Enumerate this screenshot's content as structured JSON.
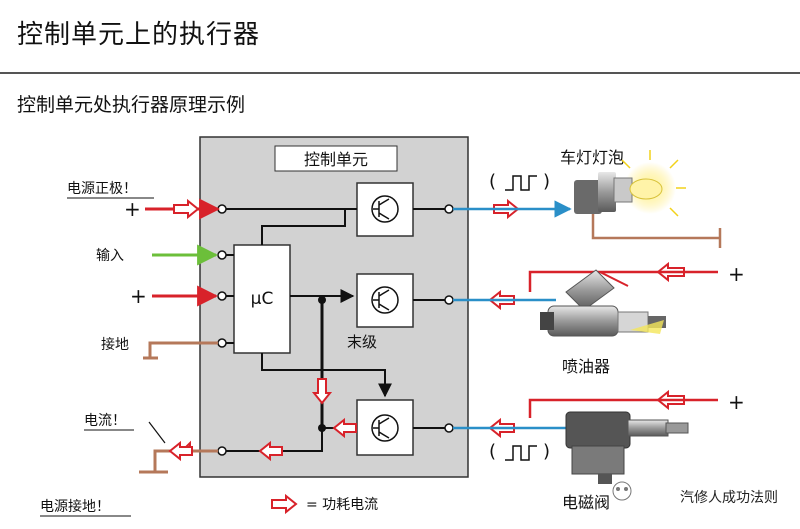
{
  "page": {
    "title": "控制单元上的执行器",
    "subtitle": "控制单元处执行器原理示例"
  },
  "diagram": {
    "unit_label": "控制单元",
    "mcu_label": "µC",
    "final_stage_label": "末级",
    "inputs": {
      "power_positive": "电源正极！",
      "plus": "+",
      "input": "输入",
      "ground": "接地",
      "current": "电流！",
      "power_ground": "电源接地！"
    },
    "outputs": {
      "bulb": "车灯灯泡",
      "injector": "喷油器",
      "valve": "电磁阀",
      "paren_open": "(",
      "paren_close": ")"
    },
    "legend": {
      "text": "= 功耗电流"
    },
    "watermark": "汽修人成功法则",
    "colors": {
      "positive": "#d8222a",
      "input": "#6cbf3a",
      "ground": "#b5785a",
      "output": "#2a8fc8",
      "box": "#d2d2d2"
    }
  }
}
